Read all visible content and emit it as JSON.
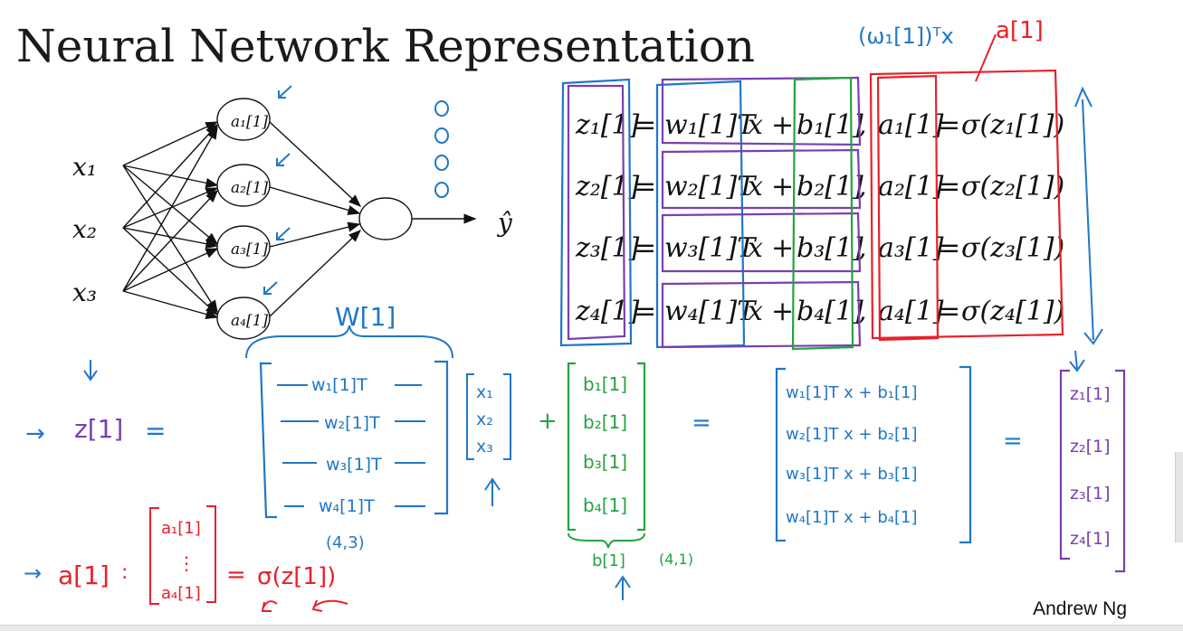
{
  "slide": {
    "title": "Neural Network Representation",
    "author": "Andrew Ng"
  },
  "network": {
    "inputs": [
      "x₁",
      "x₂",
      "x₃"
    ],
    "hidden_nodes": [
      "a₁[1]",
      "a₂[1]",
      "a₃[1]",
      "a₄[1]"
    ],
    "output": "ŷ"
  },
  "equations": [
    {
      "z": "z₁[1]",
      "w": "w₁[1]T",
      "b": "b₁[1]",
      "a": "a₁[1]",
      "sigma": "σ(z₁[1])"
    },
    {
      "z": "z₂[1]",
      "w": "w₂[1]T",
      "b": "b₂[1]",
      "a": "a₂[1]",
      "sigma": "σ(z₂[1])"
    },
    {
      "z": "z₃[1]",
      "w": "w₃[1]T",
      "b": "b₃[1]",
      "a": "a₃[1]",
      "sigma": "σ(z₃[1])"
    },
    {
      "z": "z₄[1]",
      "w": "w₄[1]T",
      "b": "b₄[1]",
      "a": "a₄[1]",
      "sigma": "σ(z₄[1])"
    }
  ],
  "equation_ops": {
    "equals": "=",
    "plus": "+",
    "x": "x",
    "comma": ","
  },
  "annotations": {
    "top_expr": "(ω₁[1])ᵀx",
    "top_a": "a[1]",
    "W_label": "W[1]",
    "z_label": "z[1]",
    "a_label": "a[1]",
    "w_rows": [
      "w₁[1]T",
      "w₂[1]T",
      "w₃[1]T",
      "w₄[1]T"
    ],
    "x_col": [
      "x₁",
      "x₂",
      "x₃"
    ],
    "b_col": [
      "b₁[1]",
      "b₂[1]",
      "b₃[1]",
      "b₄[1]"
    ],
    "b_label": "b[1]",
    "b_shape": "(4,1)",
    "w_shape": "(4,3)",
    "result_rows": [
      "w₁[1]T x + b₁[1]",
      "w₂[1]T x + b₂[1]",
      "w₃[1]T x + b₃[1]",
      "w₄[1]T x + b₄[1]"
    ],
    "z_col": [
      "z₁[1]",
      "z₂[1]",
      "z₃[1]",
      "z₄[1]"
    ],
    "a_col_top": "a₁[1]",
    "a_col_dots": "⋮",
    "a_col_bottom": "a₄[1]",
    "sigma_expr": "σ(z[1])",
    "plus": "+",
    "equals": "="
  },
  "colors": {
    "blue": "#1f77c8",
    "red": "#e8202a",
    "green": "#25a244",
    "purple": "#7a3fb0",
    "black": "#111111"
  }
}
